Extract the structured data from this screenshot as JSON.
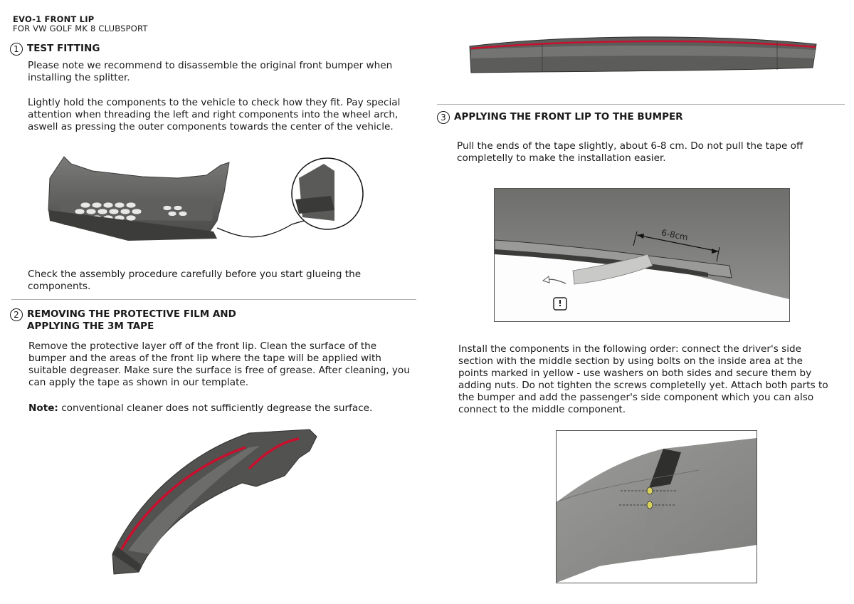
{
  "document": {
    "title": "EVO-1 FRONT LIP",
    "subtitle": "FOR VW GOLF MK 8 CLUBSPORT"
  },
  "sections": [
    {
      "number": "1",
      "heading": "TEST FITTING",
      "paragraphs": [
        "Please note we recommend to disassemble the original front bumper when installing the splitter.",
        "Lightly hold the components to the vehicle to check how they fit. Pay special attention when threading the left and right components into the wheel arch, aswell as pressing the outer components towards the center of the vehicle.",
        "Check the assembly procedure carefully before you start glueing the components."
      ]
    },
    {
      "number": "2",
      "heading_line1": "REMOVING THE PROTECTIVE FILM AND",
      "heading_line2": "APPLYING THE 3M TAPE",
      "paragraphs": [
        "Remove the protective layer off of the front lip. Clean the surface of the bumper and the areas of the front lip where the tape will be applied with suitable degreaser. Make sure the surface is free of grease. After cleaning, you can apply the tape as shown in our template."
      ],
      "note_label": "Note:",
      "note_text": " conventional cleaner does not sufficiently degrease the surface."
    },
    {
      "number": "3",
      "heading": "APPLYING THE FRONT LIP TO THE BUMPER",
      "paragraphs": [
        "Pull the ends of the tape slightly, about 6-8 cm. Do not pull the tape off completelly to make the installation easier.",
        "Install the components in the following order: connect the driver's side section with the middle section by using bolts on the inside area at the points marked in yellow - use washers on both sides and secure them by adding nuts. Do not tighten the screws completelly yet. Attach both parts to the bumper and add the passenger's side component which you can also connect to the middle component."
      ],
      "measure_label": "6-8cm",
      "warning_symbol": "!"
    }
  ],
  "icons": [
    "number-badge-icon",
    "curved-arrow-icon",
    "warning-icon"
  ],
  "colors": {
    "tape_red": "#c8102e",
    "part_gray": "#5a5a5a",
    "rule": "#b3b3b3"
  }
}
